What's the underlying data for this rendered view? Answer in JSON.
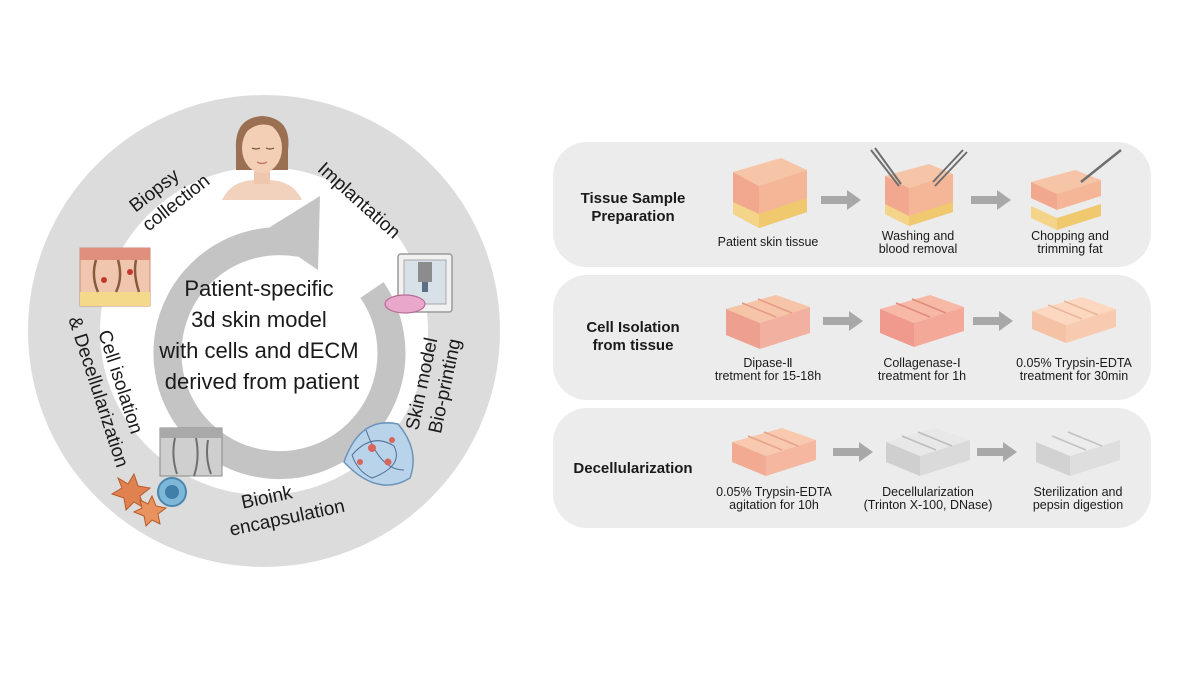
{
  "cycle": {
    "center_lines": [
      "Patient-specific",
      "3d skin model",
      "with cells and dECM",
      "derived from patient"
    ],
    "stages": {
      "biopsy": [
        "Biopsy",
        "collection"
      ],
      "implantation": "Implantation",
      "bioprinting": [
        "Skin model",
        "Bio-printing"
      ],
      "bioink": [
        "Bioink",
        "encapsulation"
      ],
      "isolation": [
        "Cell isolation",
        "& Decellularization"
      ]
    },
    "icons": [
      "patient-face-icon",
      "bioprinter-icon",
      "hydrogel-scaffold-icon",
      "skin-section-icon",
      "cells-icon",
      "skin-tissue-icon"
    ]
  },
  "panels": [
    {
      "title": "Tissue Sample\nPreparation",
      "steps": [
        {
          "caption": "Patient skin tissue",
          "icon": "skin-tissue-icon"
        },
        {
          "caption": "Washing and\nblood removal",
          "icon": "tweezers-tissue-icon"
        },
        {
          "caption": "Chopping and\ntrimming fat",
          "icon": "scalpel-tissue-icon"
        }
      ]
    },
    {
      "title": "Cell Isolation\nfrom tissue",
      "steps": [
        {
          "caption": "Dipase-Ⅱ\ntretment for 15-18h",
          "icon": "tissue-pieces-icon"
        },
        {
          "caption": "Collagenase-Ⅰ\ntreatment for 1h",
          "icon": "tissue-pieces-icon"
        },
        {
          "caption": "0.05% Trypsin-EDTA\ntreatment for 30min",
          "icon": "tissue-pieces-icon"
        }
      ]
    },
    {
      "title": "Decellularization",
      "steps": [
        {
          "caption": "0.05% Trypsin-EDTA\nagitation for 10h",
          "icon": "tissue-pieces-icon"
        },
        {
          "caption": "Decellularization\n(Trinton X-100, DNase)",
          "icon": "decellularized-tissue-icon"
        },
        {
          "caption": "Sterilization and\npepsin digestion",
          "icon": "decellularized-tissue-icon"
        }
      ]
    }
  ],
  "colors": {
    "panel_bg": "#ececec",
    "ring": "#d9d9d9",
    "arrow": "#b5b5b5",
    "skin_top": "#f2b9a0",
    "skin_pink": "#e88f86",
    "fat": "#f4d98a",
    "decell": "#d6d6d6"
  }
}
